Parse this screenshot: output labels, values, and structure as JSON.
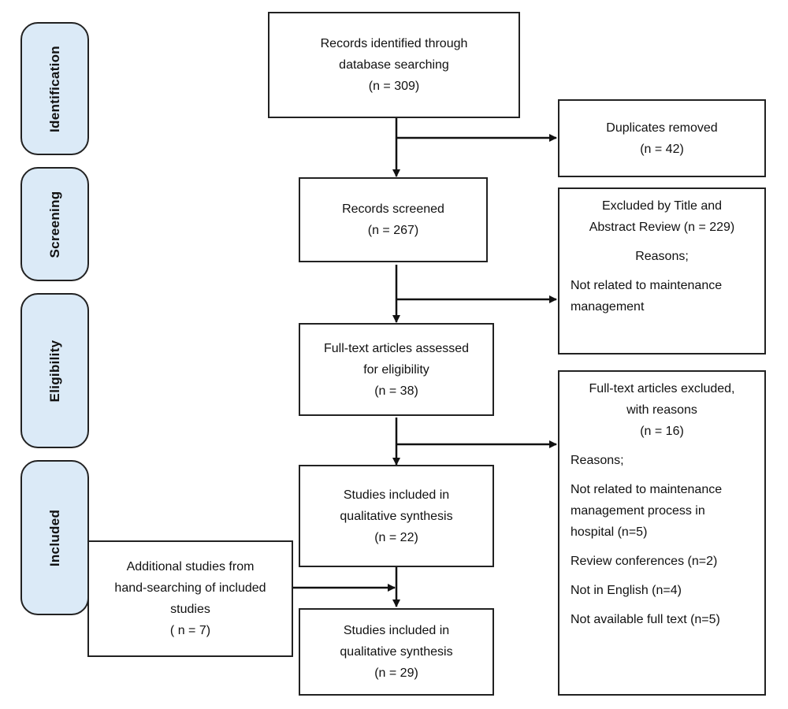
{
  "stages": [
    {
      "id": "identification",
      "label": "Identification"
    },
    {
      "id": "screening",
      "label": "Screening"
    },
    {
      "id": "eligibility",
      "label": "Eligibility"
    },
    {
      "id": "included",
      "label": "Included"
    }
  ],
  "boxes": {
    "identified": {
      "lines": [
        "Records identified through",
        "database searching",
        "(n = 309)"
      ]
    },
    "duplicates": {
      "lines": [
        "Duplicates removed",
        "(n = 42)"
      ]
    },
    "screened": {
      "lines": [
        "Records screened",
        "(n = 267)"
      ]
    },
    "excluded_title": {
      "lines": [
        "Excluded by Title and",
        "Abstract Review (n = 229)"
      ],
      "reasons_label": "Reasons;",
      "reasons": [
        "Not related to maintenance",
        "management"
      ]
    },
    "fulltext": {
      "lines": [
        "Full-text articles assessed",
        "for eligibility",
        "(n = 38)"
      ]
    },
    "fulltext_excluded": {
      "lines": [
        "Full-text articles excluded,",
        "with reasons",
        "(n = 16)"
      ],
      "reasons_label": "Reasons;",
      "reason_1": [
        "Not related to maintenance",
        "management process in",
        "hospital (n=5)"
      ],
      "reason_2": "Review conferences (n=2)",
      "reason_3": "Not in English (n=4)",
      "reason_4": "Not available full text (n=5)"
    },
    "qualitative_22": {
      "lines": [
        "Studies included in",
        "qualitative synthesis",
        "(n = 22)"
      ]
    },
    "additional": {
      "lines": [
        "Additional studies from",
        "hand-searching of included",
        "studies",
        "( n = 7)"
      ]
    },
    "qualitative_29": {
      "lines": [
        "Studies included in",
        "qualitative synthesis",
        "(n = 29)"
      ]
    }
  },
  "colors": {
    "stage_fill": "#dbeaf7",
    "stroke": "#222222"
  }
}
